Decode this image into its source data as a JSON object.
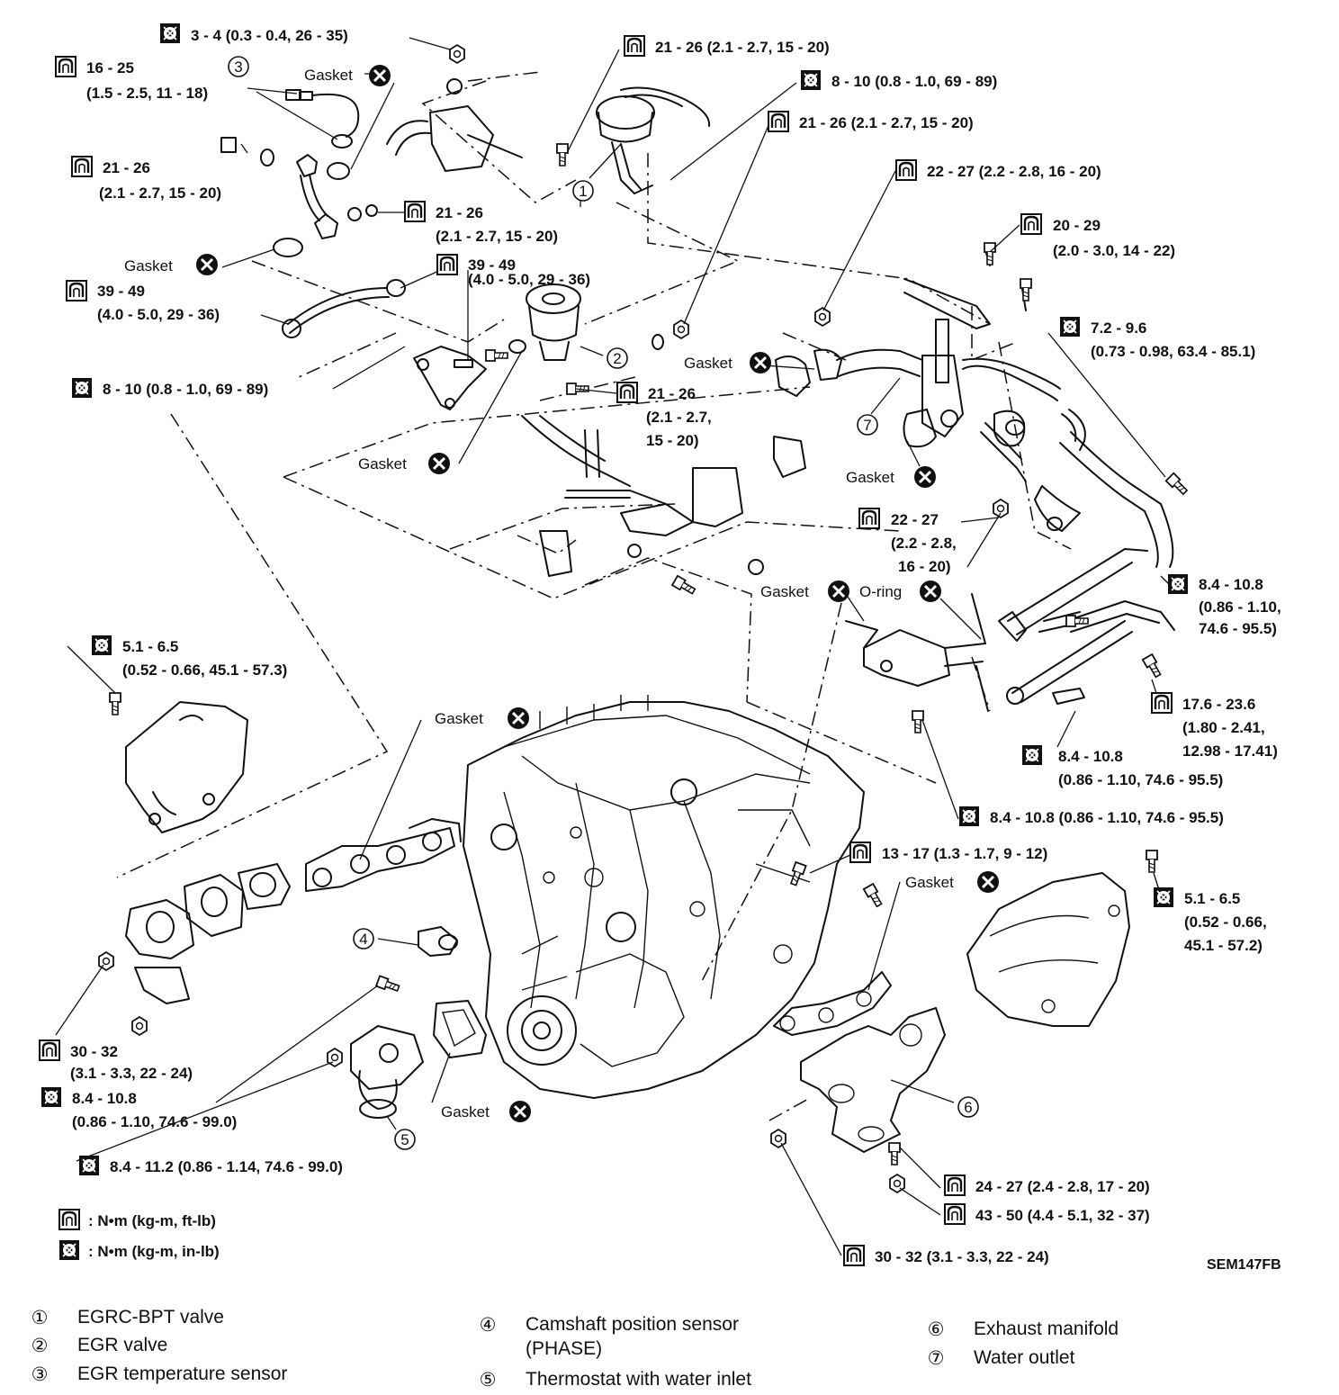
{
  "figure_code": "SEM147FB",
  "gasket_label": "Gasket",
  "oring_label": "O-ring",
  "key": {
    "nm_kgm_ftlb": ": N•m (kg-m, ft-lb)",
    "nm_kgm_inlb": ": N•m (kg-m, in-lb)"
  },
  "torques": {
    "t01": "3 - 4 (0.3 - 0.4, 26 - 35)",
    "t02a": "16 - 25",
    "t02b": "(1.5 - 2.5, 11 - 18)",
    "t03a": "21 - 26",
    "t03b": "(2.1 - 2.7, 15 - 20)",
    "t04": "21 - 26 (2.1 - 2.7, 15 - 20)",
    "t05": "8 - 10 (0.8 - 1.0, 69 - 89)",
    "t06": "21 - 26 (2.1 - 2.7, 15 - 20)",
    "t07": "22 - 27 (2.2 - 2.8, 16 - 20)",
    "t08a": "20 - 29",
    "t08b": "(2.0 - 3.0, 14 - 22)",
    "t09a": "21 - 26",
    "t09b": "(2.1 - 2.7, 15 - 20)",
    "t10a": "39 - 49",
    "t10b": "(4.0 - 5.0, 29 - 36)",
    "t11a": "39 - 49",
    "t11b": "(4.0 - 5.0, 29 - 36)",
    "t12a": "7.2 - 9.6",
    "t12b": "(0.73 - 0.98, 63.4 - 85.1)",
    "t13": "8 - 10 (0.8 - 1.0, 69 - 89)",
    "t14a": "21 - 26",
    "t14b": "(2.1 - 2.7,",
    "t14c": "15 - 20)",
    "t15a": "22 - 27",
    "t15b": "(2.2 - 2.8,",
    "t15c": "16 - 20)",
    "t16a": "8.4 - 10.8",
    "t16b": "(0.86 - 1.10,",
    "t16c": "74.6 - 95.5)",
    "t17a": "5.1 - 6.5",
    "t17b": "(0.52 - 0.66, 45.1 - 57.3)",
    "t18a": "17.6 - 23.6",
    "t18b": "(1.80 - 2.41,",
    "t18c": "12.98 - 17.41)",
    "t19a": "8.4 - 10.8",
    "t19b": "(0.86 - 1.10, 74.6 - 95.5)",
    "t20": "8.4 - 10.8 (0.86 - 1.10, 74.6 - 95.5)",
    "t21": "13 - 17 (1.3 - 1.7, 9 - 12)",
    "t22a": "5.1 - 6.5",
    "t22b": "(0.52 - 0.66,",
    "t22c": "45.1 - 57.2)",
    "t23a": "30 - 32",
    "t23b": "(3.1 - 3.3, 22 - 24)",
    "t24a": "8.4 - 10.8",
    "t24b": "(0.86 - 1.10, 74.6 - 99.0)",
    "t25": "8.4 - 11.2 (0.86 - 1.14, 74.6 - 99.0)",
    "t26": "24 - 27 (2.4 - 2.8, 17 - 20)",
    "t27": "43 - 50 (4.4 - 5.1, 32 - 37)",
    "t28": "30 - 32 (3.1 - 3.3, 22 - 24)"
  },
  "callouts": [
    "1",
    "2",
    "3",
    "4",
    "5",
    "6",
    "7"
  ],
  "legend": [
    {
      "mark": "①",
      "text": "EGRC-BPT valve"
    },
    {
      "mark": "②",
      "text": "EGR valve"
    },
    {
      "mark": "③",
      "text": "EGR temperature sensor"
    },
    {
      "mark": "④",
      "text": "Camshaft position sensor"
    },
    {
      "mark": "",
      "text": "(PHASE)"
    },
    {
      "mark": "⑤",
      "text": "Thermostat with water inlet"
    },
    {
      "mark": "⑥",
      "text": "Exhaust manifold"
    },
    {
      "mark": "⑦",
      "text": "Water outlet"
    }
  ]
}
